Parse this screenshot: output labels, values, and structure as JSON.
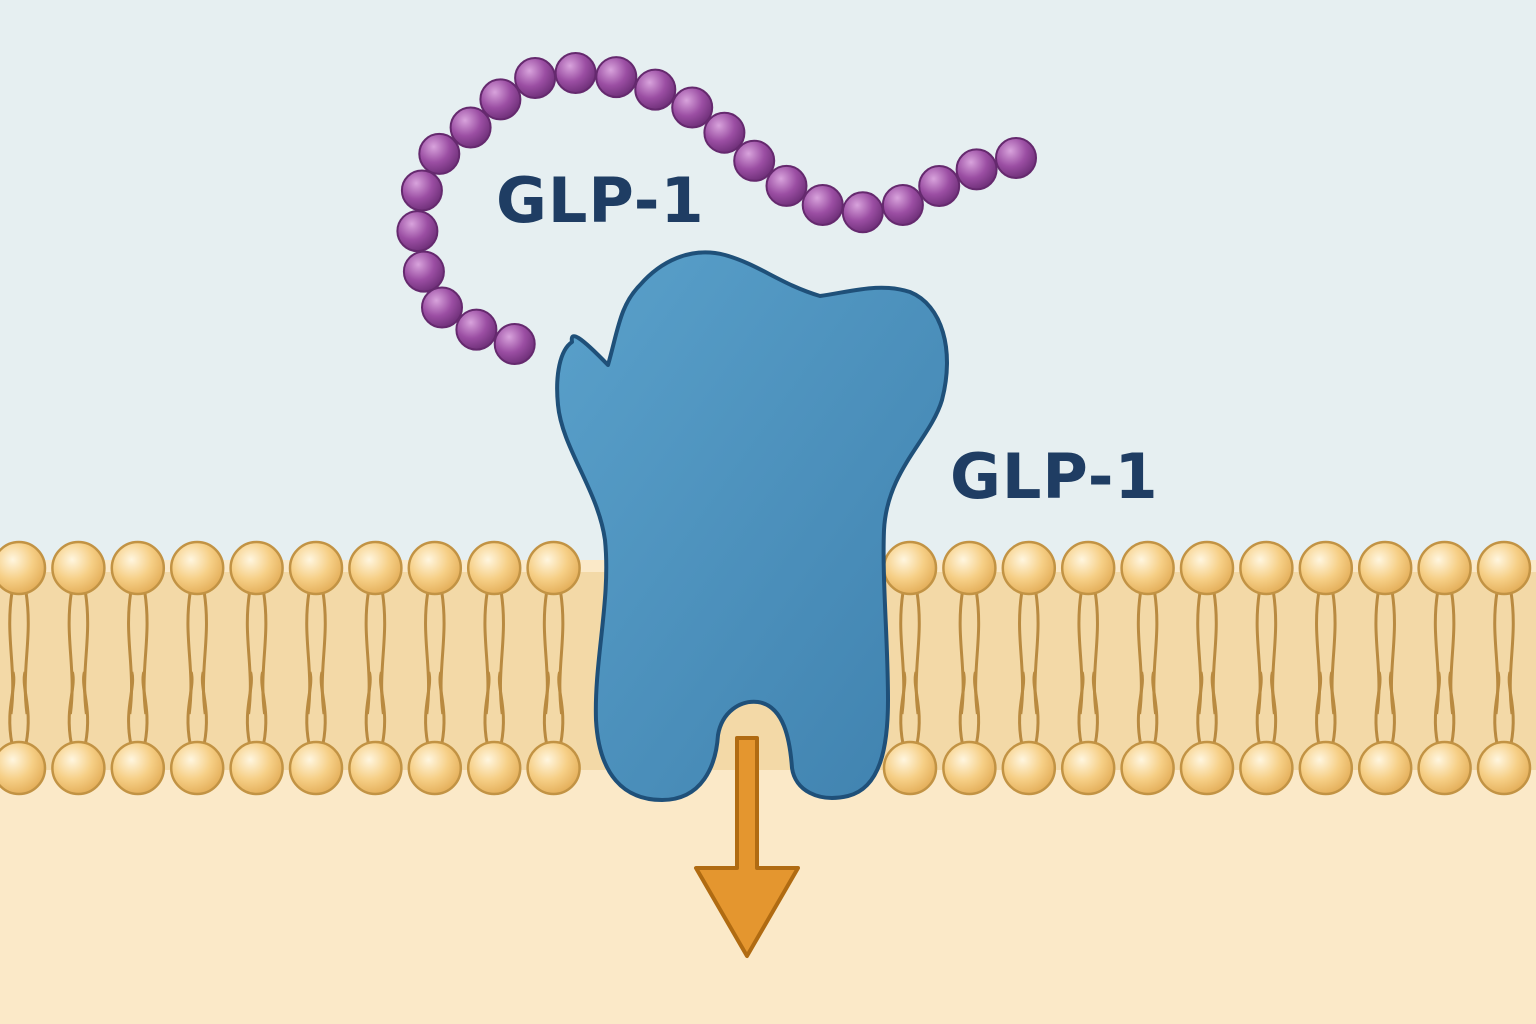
{
  "labels": {
    "peptide": "GLP-1",
    "receptor": "GLP-1"
  },
  "colors": {
    "extracellular": "#e6eff1",
    "intracellular": "#fbe9c8",
    "membrane_band": "#f3d9a7",
    "lipid_head": "#f6cf86",
    "lipid_outline": "#c29344",
    "lipid_tail": "#b98a40",
    "peptide_bead": "#9b4ea3",
    "peptide_outline": "#65296e",
    "receptor_fill": "#4a90bd",
    "receptor_outline": "#1f5079",
    "arrow_fill": "#e4962f",
    "arrow_outline": "#b06b12",
    "label_text": "#1f3d63"
  },
  "icons": {
    "peptide": "amino-acid-bead-chain",
    "receptor": "transmembrane-receptor",
    "signal": "downward-signal-arrow",
    "membrane": "phospholipid-bilayer"
  }
}
